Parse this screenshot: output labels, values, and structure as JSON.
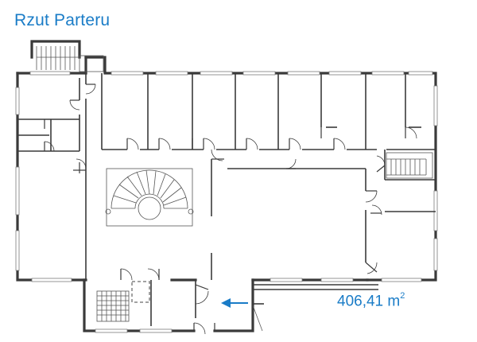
{
  "title": "Rzut Parteru",
  "area": {
    "value": "406,41 m",
    "unit_sup": "2"
  },
  "colors": {
    "accent": "#1a7cc7",
    "walls": "#3a3a3a"
  }
}
